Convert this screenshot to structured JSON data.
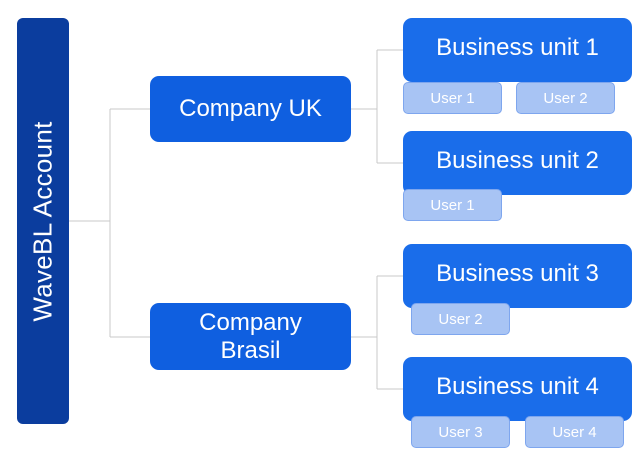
{
  "colors": {
    "account_fill": "#0b3d9e",
    "company_fill": "#0f5fe0",
    "unit_fill": "#1a6dea",
    "user_fill": "#a8c4f4",
    "connector": "#c8c8c8"
  },
  "account": {
    "label": "WaveBL Account"
  },
  "companies": [
    {
      "label": "Company UK",
      "units": [
        {
          "label": "Business unit 1",
          "users": [
            "User 1",
            "User 2"
          ]
        },
        {
          "label": "Business unit 2",
          "users": [
            "User 1"
          ]
        }
      ]
    },
    {
      "label": "Company\nBrasil",
      "units": [
        {
          "label": "Business unit 3",
          "users": [
            "User 2"
          ]
        },
        {
          "label": "Business unit 4",
          "users": [
            "User 3",
            "User 4"
          ]
        }
      ]
    }
  ]
}
